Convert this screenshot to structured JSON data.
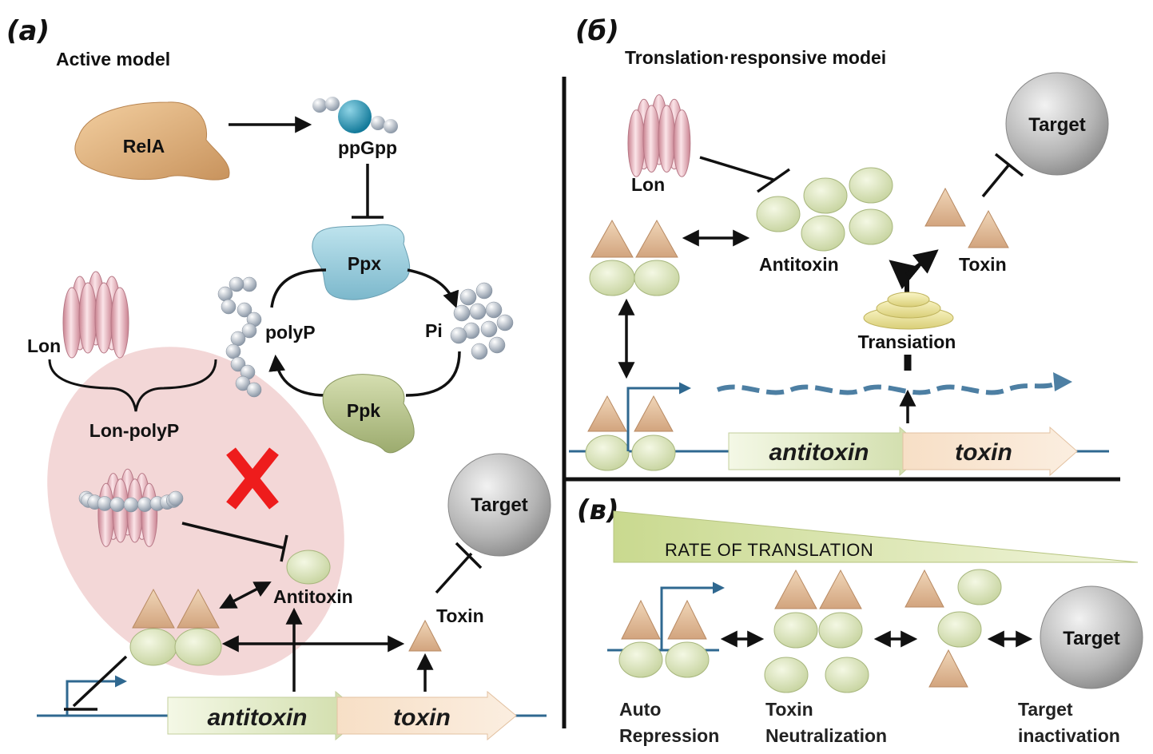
{
  "panels": {
    "a": {
      "tag": "(a)",
      "title": "Active model",
      "labels": {
        "rela": "RelA",
        "ppgpp": "ppGpp",
        "ppx": "Ppx",
        "ppk": "Ppk",
        "polyp": "polyP",
        "pi": "Pi",
        "lon": "Lon",
        "lon_polyp": "Lon-polyP",
        "antitoxin": "Antitoxin",
        "toxin": "Toxin",
        "target": "Target"
      },
      "genes": {
        "antitoxin": "antitoxin",
        "toxin": "toxin"
      }
    },
    "b": {
      "tag": "(б)",
      "title": "Tronslation·responsive modei",
      "labels": {
        "lon": "Lon",
        "antitoxin": "Antitoxin",
        "toxin": "Toxin",
        "target": "Target",
        "translation": "Transiation"
      },
      "genes": {
        "antitoxin": "antitoxin",
        "toxin": "toxin"
      }
    },
    "c": {
      "tag": "(в)",
      "rate": "RATE OF TRANSLATION",
      "target": "Target",
      "captions": {
        "auto_1": "Auto",
        "auto_2": "Repression",
        "neut_1": "Toxin",
        "neut_2": "Neutralization",
        "inact_1": "Target",
        "inact_2": "inactivation"
      }
    }
  },
  "colors": {
    "antitoxin_fill": "#dfe8c2",
    "toxin_fill": "#e7c7a4",
    "target_fill": "#b8b8b8",
    "lon_fill": "#eab9c2",
    "dna_line": "#2f6890",
    "inhibition_mark": "#ee1c1c",
    "shaded_region": "#efcaca"
  }
}
